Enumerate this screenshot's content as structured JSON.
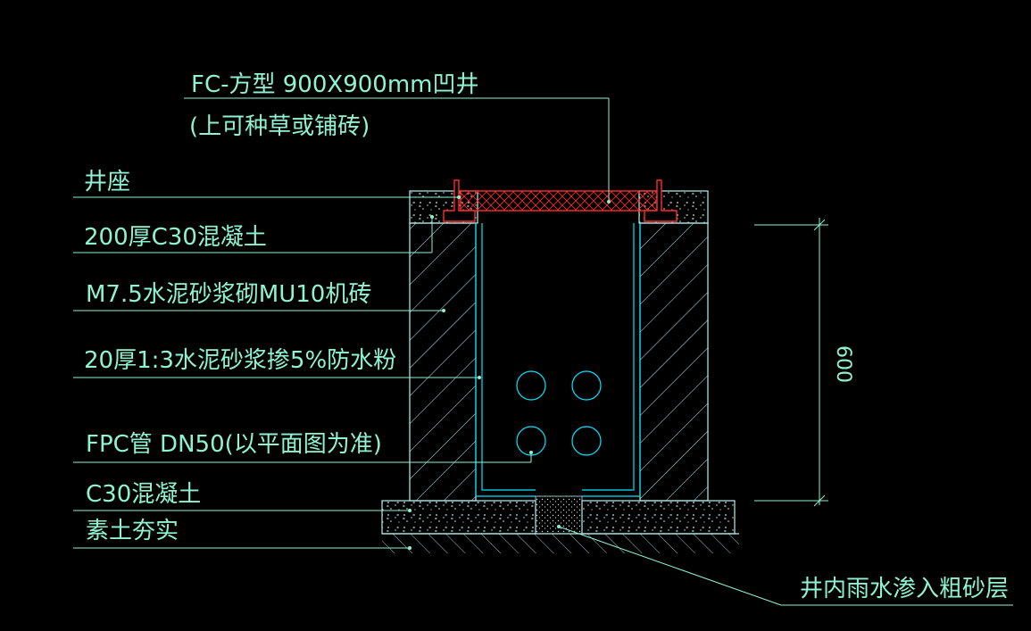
{
  "labels": {
    "cover_title": "FC-方型 900X900mm凹井",
    "cover_note": "(上可种草或铺砖)",
    "well_seat": "井座",
    "concrete_top": "200厚C30混凝土",
    "brick_wall": "M7.5水泥砂浆砌MU10机砖",
    "plaster": "20厚1:3水泥砂浆掺5%防水粉",
    "pipe": "FPC管 DN50(以平面图为准)",
    "base_concrete": "C30混凝土",
    "soil": "素土夯实",
    "sand_layer": "井内雨水渗入粗砂层"
  },
  "dimension": {
    "depth": "600"
  },
  "colors": {
    "background": "#000000",
    "label_text": "#8ff2d3",
    "wall_line": "#b8f1f1",
    "inner_line": "#00e5ff",
    "cover": "#ff2a2a"
  }
}
